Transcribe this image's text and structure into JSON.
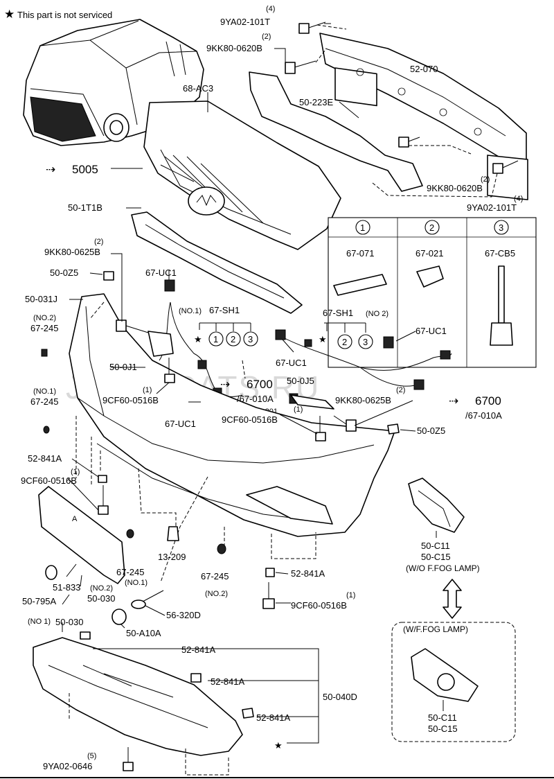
{
  "note": "This part is not serviced",
  "watermark": "JAPANCATS.RU",
  "date_stamp": "24.06.201",
  "legend": {
    "headers": [
      "1",
      "2",
      "3"
    ],
    "parts": [
      "67-071",
      "67-021",
      "67-CB5"
    ]
  },
  "labels": {
    "yab_top_qty": "(4)",
    "yab_top": "9YA02-101T",
    "kk_top_qty": "(2)",
    "kk_top": "9KK80-0620B",
    "reinforcement": "52-070",
    "clip_ac3": "68-AC3",
    "absorber": "50-223E",
    "grille_ref": "5005",
    "kk_right_qty": "(2)",
    "kk_right": "9KK80-0620B",
    "yab_right_qty": "(4)",
    "yab_right": "9YA02-101T",
    "grille_lower": "50-1T1B",
    "kk_left_qty": "(2)",
    "kk_left": "9KK80-0625B",
    "bracket_0z5": "50-0Z5",
    "uc1_a": "67-UC1",
    "no1_sh1": "(NO.1)",
    "sh1_a": "67-SH1",
    "bumper": "50-031J",
    "no2_a": "(NO.2)",
    "p245_a": "67-245",
    "sh1_b": "67-SH1",
    "no2_sh1": "(NO 2)",
    "uc1_b": "67-UC1",
    "j1": "50-0J1",
    "uc1_c": "67-UC1",
    "ref6700_a": "6700",
    "ref010_a": "/67-010A",
    "j5": "50-0J5",
    "qty1_a": "(1)",
    "cf_a": "9CF60-0516B",
    "uc1_d": "67-UC1",
    "qty2_b": "(2)",
    "kk_mid": "9KK80-0625B",
    "ref6700_b": "6700",
    "ref010_b": "/67-010A",
    "no1_a": "(NO.1)",
    "p245_b": "67-245",
    "qty1_b": "(1)",
    "cf_b": "9CF60-0516B",
    "bracket_0z5_b": "50-0Z5",
    "nut_a": "52-841A",
    "qty1_c": "(1)",
    "cf_c": "9CF60-0516B",
    "p209": "13-209",
    "p245_c": "67-245",
    "no1_c": "(NO.1)",
    "p245_d": "67-245",
    "no2_d": "(NO.2)",
    "nut_b": "52-841A",
    "qty1_d": "(1)",
    "cf_d": "9CF60-0516B",
    "p833": "51-833",
    "no2_e": "(NO.2)",
    "p030_a": "50-030",
    "p795": "50-795A",
    "p320": "56-320D",
    "no1_f": "(NO 1)",
    "p030_b": "50-030",
    "a10": "50-A10A",
    "nut_c": "52-841A",
    "nut_d": "52-841A",
    "nut_e": "52-841A",
    "p040": "50-040D",
    "qty5": "(5)",
    "yab_bottom": "9YA02-0646",
    "fog_c11_a": "50-C11",
    "fog_c15_a": "50-C15",
    "fog_wo": "(W/O F.FOG LAMP)",
    "fog_w": "(W/F.FOG LAMP)",
    "fog_c11_b": "50-C11",
    "fog_c15_b": "50-C15"
  }
}
